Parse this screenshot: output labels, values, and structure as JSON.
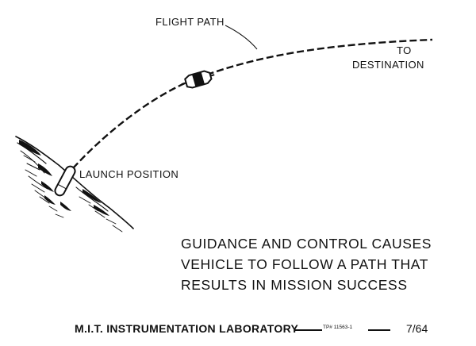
{
  "labels": {
    "flight_path": "FLIGHT PATH",
    "to": "TO",
    "destination": "DESTINATION",
    "launch_position": "LAUNCH POSITION"
  },
  "caption": {
    "line1": "GUIDANCE AND CONTROL CAUSES",
    "line2": "VEHICLE TO FOLLOW A PATH THAT",
    "line3": "RESULTS IN MISSION SUCCESS"
  },
  "footer": {
    "laboratory": "M.I.T. INSTRUMENTATION LABORATORY",
    "tp_number": "TP# 11563-1",
    "date": "7/64"
  },
  "colors": {
    "ink": "#111111",
    "paper": "#ffffff"
  },
  "icons": {
    "vehicle": "spacecraft-icon",
    "launch_vehicle": "launch-vehicle-icon"
  }
}
